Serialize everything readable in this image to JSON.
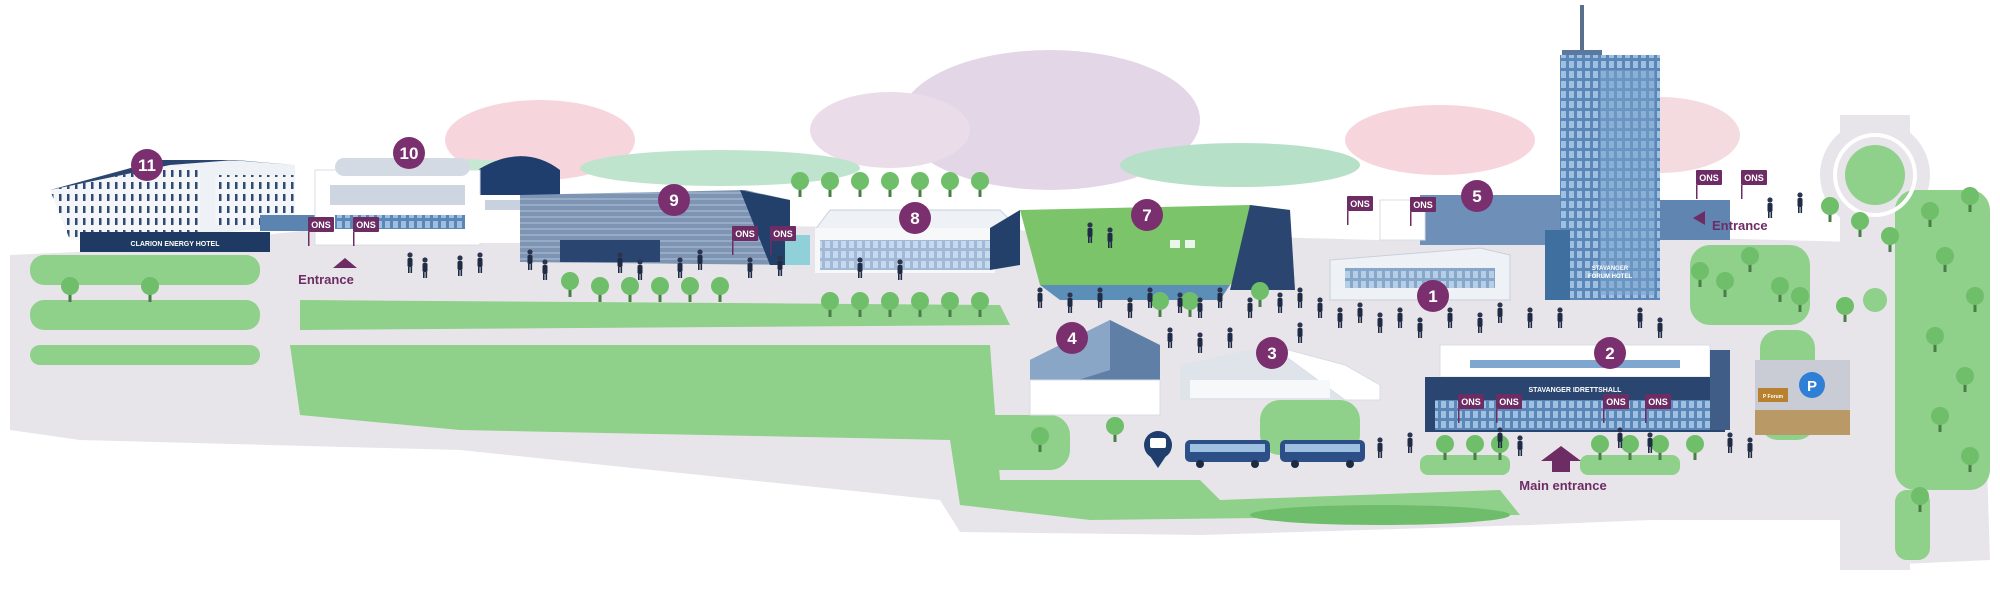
{
  "map": {
    "markers": [
      {
        "id": "marker-1",
        "number": "1"
      },
      {
        "id": "marker-2",
        "number": "2"
      },
      {
        "id": "marker-3",
        "number": "3"
      },
      {
        "id": "marker-4",
        "number": "4"
      },
      {
        "id": "marker-5",
        "number": "5"
      },
      {
        "id": "marker-7",
        "number": "7"
      },
      {
        "id": "marker-8",
        "number": "8"
      },
      {
        "id": "marker-9",
        "number": "9"
      },
      {
        "id": "marker-10",
        "number": "10"
      },
      {
        "id": "marker-11",
        "number": "11"
      }
    ],
    "ons_flag_text": "ONS",
    "entrance_west": "Entrance",
    "entrance_east": "Entrance",
    "main_entrance": "Main entrance",
    "building_signs": {
      "clarion": "CLARION ENERGY HOTEL",
      "idrettshall": "STAVANGER IDRETTSHALL",
      "forum_hotel_line1": "STAVANGER",
      "forum_hotel_line2": "FORUM HOTEL",
      "parking_letter": "P",
      "parking_sign": "P Forum"
    },
    "icons": {
      "bus_stop": "bus-stop-icon",
      "parking": "parking-icon",
      "arrow": "arrow-icon"
    },
    "colors": {
      "marker": "#7a2f6e",
      "label": "#6d2c64",
      "grass": "#8fd08a",
      "path": "#e8e5ea",
      "building_blue": "#3f6f9f",
      "roof_green": "#7cc46a",
      "sky_pink": "#f6d6dc",
      "sky_purple": "#e3d6e6"
    }
  }
}
